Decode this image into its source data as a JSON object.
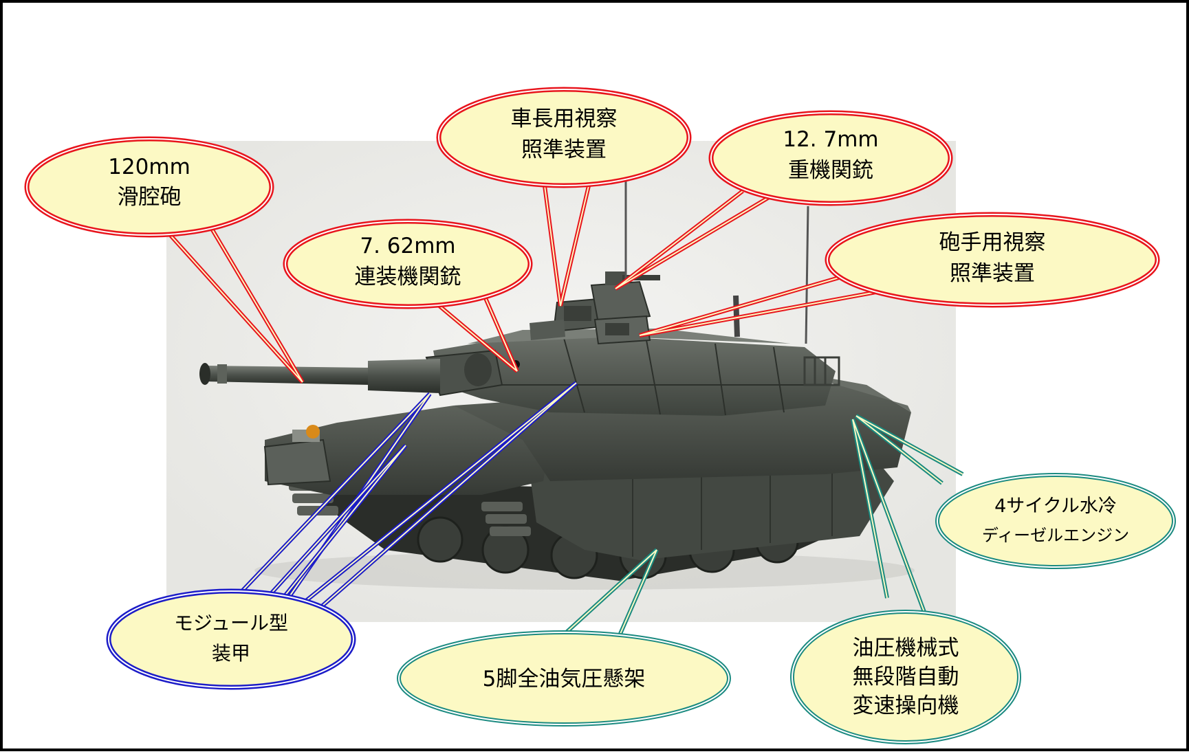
{
  "callouts": {
    "gun_120mm": {
      "line1": "120mm",
      "line2": "滑腔砲"
    },
    "coax_mg": {
      "line1": "7. 62mm",
      "line2": "連装機関銃"
    },
    "commander_sight": {
      "line1": "車長用視察",
      "line2": "照準装置"
    },
    "hmg_127": {
      "line1": "12. 7mm",
      "line2": "重機関銃"
    },
    "gunner_sight": {
      "line1": "砲手用視察",
      "line2": "照準装置"
    },
    "engine": {
      "line1": "4サイクル水冷",
      "line2": "ディーゼルエンジン"
    },
    "armor": {
      "line1": "モジュール型",
      "line2": "装甲"
    },
    "suspension": {
      "line1": "5脚全油気圧懸架"
    },
    "transmission": {
      "line1": "油圧機械式",
      "line2": "無段階自動",
      "line3": "変速操向機"
    }
  },
  "colors": {
    "callout_fill": "#fcf9c4",
    "red_border": "#e8141c",
    "blue_border": "#1c1cc8",
    "teal_border": "#1a8a80",
    "tank_body": "#4a4f49",
    "tank_dark": "#2c302b",
    "frame": "#000000"
  }
}
